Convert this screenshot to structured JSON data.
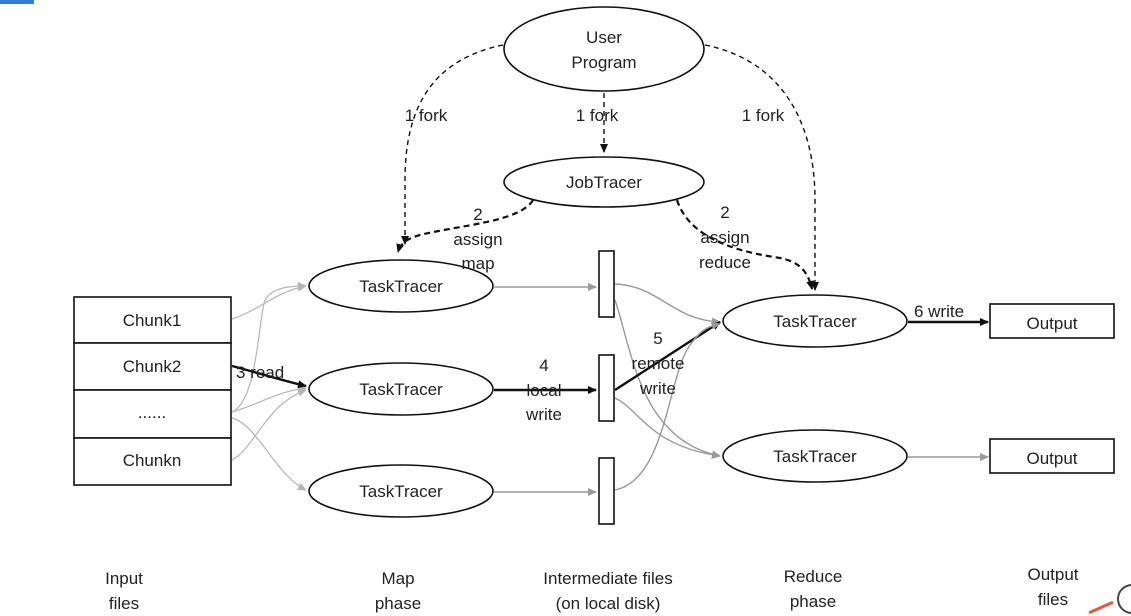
{
  "nodes": {
    "user_program": [
      "User",
      "Program"
    ],
    "job_tracer": "JobTracer",
    "map_tracer_1": "TaskTracer",
    "map_tracer_2": "TaskTracer",
    "map_tracer_3": "TaskTracer",
    "reduce_tracer_1": "TaskTracer",
    "reduce_tracer_2": "TaskTracer",
    "output_1": "Output",
    "output_2": "Output"
  },
  "input_chunks": [
    "Chunk1",
    "Chunk2",
    "......",
    "Chunkn"
  ],
  "edge_labels": {
    "fork_left": "1 fork",
    "fork_center": "1 fork",
    "fork_right": "1 fork",
    "assign_map": [
      "2",
      "assign",
      "map"
    ],
    "assign_reduce": [
      "2",
      "assign",
      "reduce"
    ],
    "read": "3 read",
    "local_write": [
      "4",
      "local",
      "write"
    ],
    "remote_write": [
      "5",
      "remote",
      "write"
    ],
    "write": "6 write"
  },
  "phases": {
    "input": [
      "Input",
      "files"
    ],
    "map": [
      "Map",
      "phase"
    ],
    "intermediate": [
      "Intermediate files",
      "(on local disk)"
    ],
    "reduce": [
      "Reduce",
      "phase"
    ],
    "output": [
      "Output",
      "files"
    ]
  },
  "colors": {
    "stroke": "#111111",
    "secondary_flow": "#9a9a9a",
    "accent": "#2f7fd9"
  }
}
